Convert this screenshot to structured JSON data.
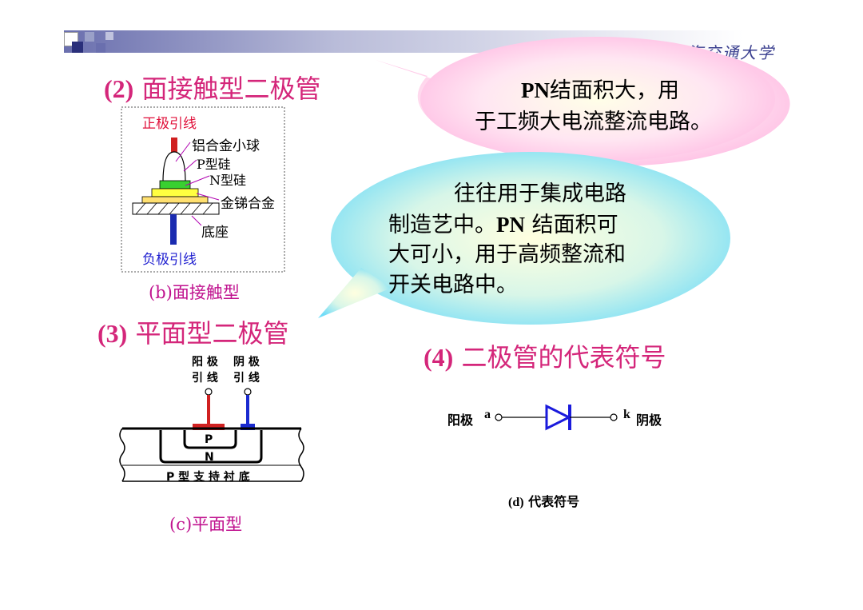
{
  "header": {
    "logo_text": "上海交通大学"
  },
  "section2": {
    "number": "(2)",
    "title": "面接触型二极管",
    "figure": {
      "pos_lead": "正极引线",
      "ball": "铝合金小球",
      "p_si": "P型硅",
      "n_si": "N型硅",
      "alloy": "金锑合金",
      "base": "底座",
      "neg_lead": "负极引线"
    },
    "caption": "(b)面接触型"
  },
  "bubble_top": {
    "line1_bold": "PN",
    "line1_rest": "结面积大，用",
    "line2": "于工频大电流整流电路。"
  },
  "bubble_mid": {
    "line1": "往往用于集成电路",
    "line2_a": "制造艺中。",
    "line2_bold": "PN",
    "line2_b": " 结面积可",
    "line3": "大可小，用于高频整流和",
    "line4": "开关电路中。"
  },
  "section3": {
    "number": "(3)",
    "title": "平面型二极管",
    "figure": {
      "anode_lead_1": "阳 极",
      "anode_lead_2": "引 线",
      "cathode_lead_1": "阴 极",
      "cathode_lead_2": "引 线",
      "p_region": "P",
      "n_region": "N",
      "substrate": "P 型 支 持 衬 底"
    },
    "caption": "(c)平面型"
  },
  "section4": {
    "number": "(4)",
    "title": "二极管的代表符号",
    "anode_label": "阳极",
    "anode_letter": "a",
    "cathode_letter": "k",
    "cathode_label": "阴极",
    "caption_num": "(d)",
    "caption": "代表符号"
  },
  "colors": {
    "accent": "#d4267a",
    "diode_blue": "#1a1adc",
    "bubble_pink": "#ffd9ef",
    "bubble_cyan": "#a8ecfb"
  }
}
